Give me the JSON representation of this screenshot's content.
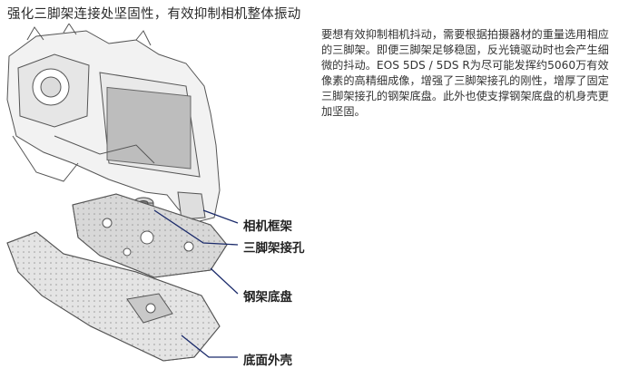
{
  "heading": "强化三脚架连接处坚固性，有效抑制相机整体振动",
  "description": "要想有效抑制相机抖动，需要根据拍摄器材的重量选用相应的三脚架。即便三脚架足够稳固，反光镜驱动时也会产生细微的抖动。EOS 5DS / 5DS R为尽可能发挥约5060万有效像素的高精细成像，增强了三脚架接孔的刚性，增厚了固定三脚架接孔的钢架底盘。此外也使支撑钢架底盘的机身壳更加坚固。",
  "callouts": {
    "frame": "相机框架",
    "tripod_socket": "三脚架接孔",
    "steel_chassis": "钢架底盘",
    "bottom_cover": "底面外壳"
  }
}
